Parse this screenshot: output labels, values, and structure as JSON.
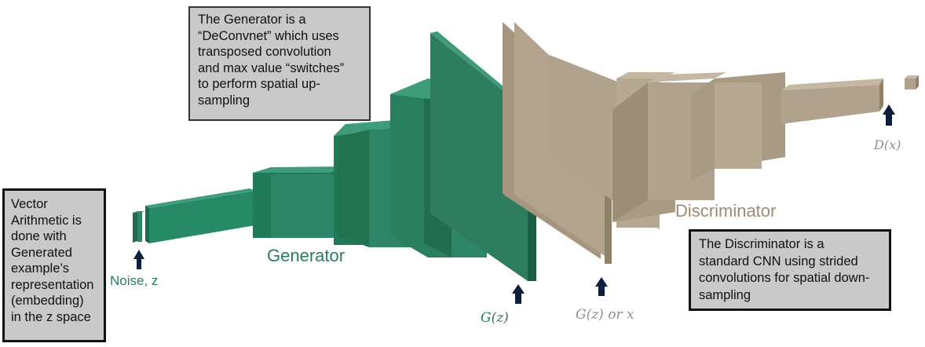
{
  "notes": {
    "generator": [
      "The Generator is a",
      "“DeConvnet” which uses",
      "transposed convolution",
      "and max value “switches”",
      "to perform spatial up-",
      "sampling"
    ],
    "vector": [
      "Vector",
      "Arithmetic is",
      "done with",
      "Generated",
      "example’s",
      "representation",
      "(embedding)",
      " in the z space"
    ],
    "discriminator": [
      "The Discriminator is a",
      "standard CNN using strided",
      "convolutions for spatial down-",
      "sampling"
    ]
  },
  "labels": {
    "generator": "Generator",
    "discriminator": "Discriminator",
    "noise": "Noise, z",
    "gz": "G(z)",
    "gz_or_x": "G(z) or x",
    "dx": "D(x)"
  },
  "colors": {
    "generator_front": "#2e8466",
    "generator_top": "#3f9c7a",
    "generator_side": "#1f6a4e",
    "discriminator_front": "#b0a28d",
    "discriminator_top": "#c4b7a3",
    "discriminator_side": "#8f8069",
    "arrow": "#0d1f3c"
  }
}
